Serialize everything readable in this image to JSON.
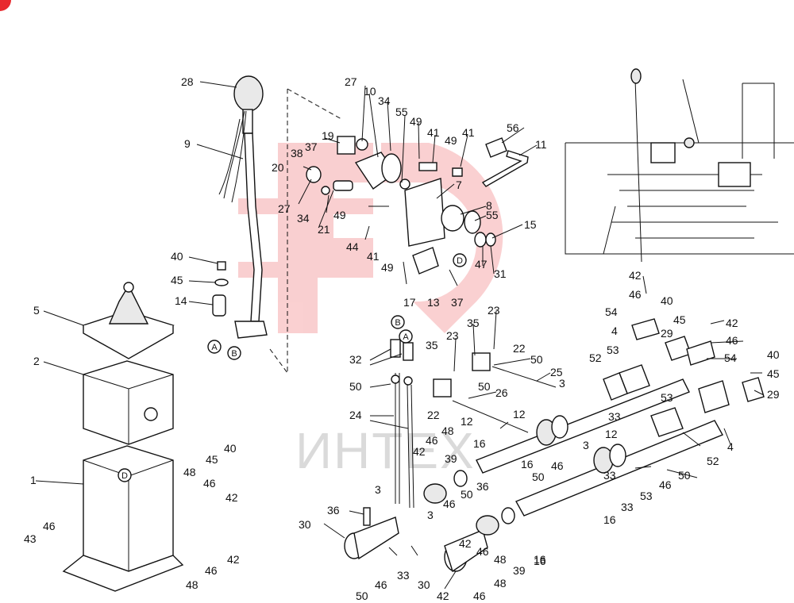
{
  "watermark": {
    "text": "ИНТЕХ",
    "color": "#e8292e"
  },
  "labels": [
    "28",
    "9",
    "40",
    "45",
    "14",
    "5",
    "2",
    "1",
    "43",
    "46",
    "27",
    "10",
    "34",
    "55",
    "49",
    "41",
    "49",
    "41",
    "56",
    "11",
    "19",
    "37",
    "38",
    "20",
    "27",
    "34",
    "21",
    "49",
    "44",
    "41",
    "49",
    "7",
    "8",
    "55",
    "15",
    "47",
    "31",
    "17",
    "13",
    "37",
    "42",
    "46",
    "54",
    "40",
    "45",
    "42",
    "46",
    "29",
    "40",
    "45",
    "54",
    "29",
    "4",
    "53",
    "52",
    "23",
    "35",
    "22",
    "50",
    "25",
    "3",
    "32",
    "50",
    "24",
    "23",
    "35",
    "22",
    "50",
    "26",
    "12",
    "33",
    "16",
    "50",
    "46",
    "3",
    "12",
    "53",
    "4",
    "52",
    "48",
    "46",
    "42",
    "40",
    "45",
    "48",
    "46",
    "42",
    "42",
    "46",
    "48",
    "39",
    "36",
    "16",
    "12",
    "3",
    "36",
    "30",
    "3",
    "33",
    "50",
    "46",
    "46",
    "50",
    "33",
    "16",
    "33",
    "53",
    "46",
    "50",
    "30",
    "42",
    "46",
    "48",
    "39",
    "16",
    "48",
    "46",
    "42",
    "16"
  ],
  "callouts": [
    "A",
    "B",
    "D",
    "B",
    "A",
    "D"
  ]
}
